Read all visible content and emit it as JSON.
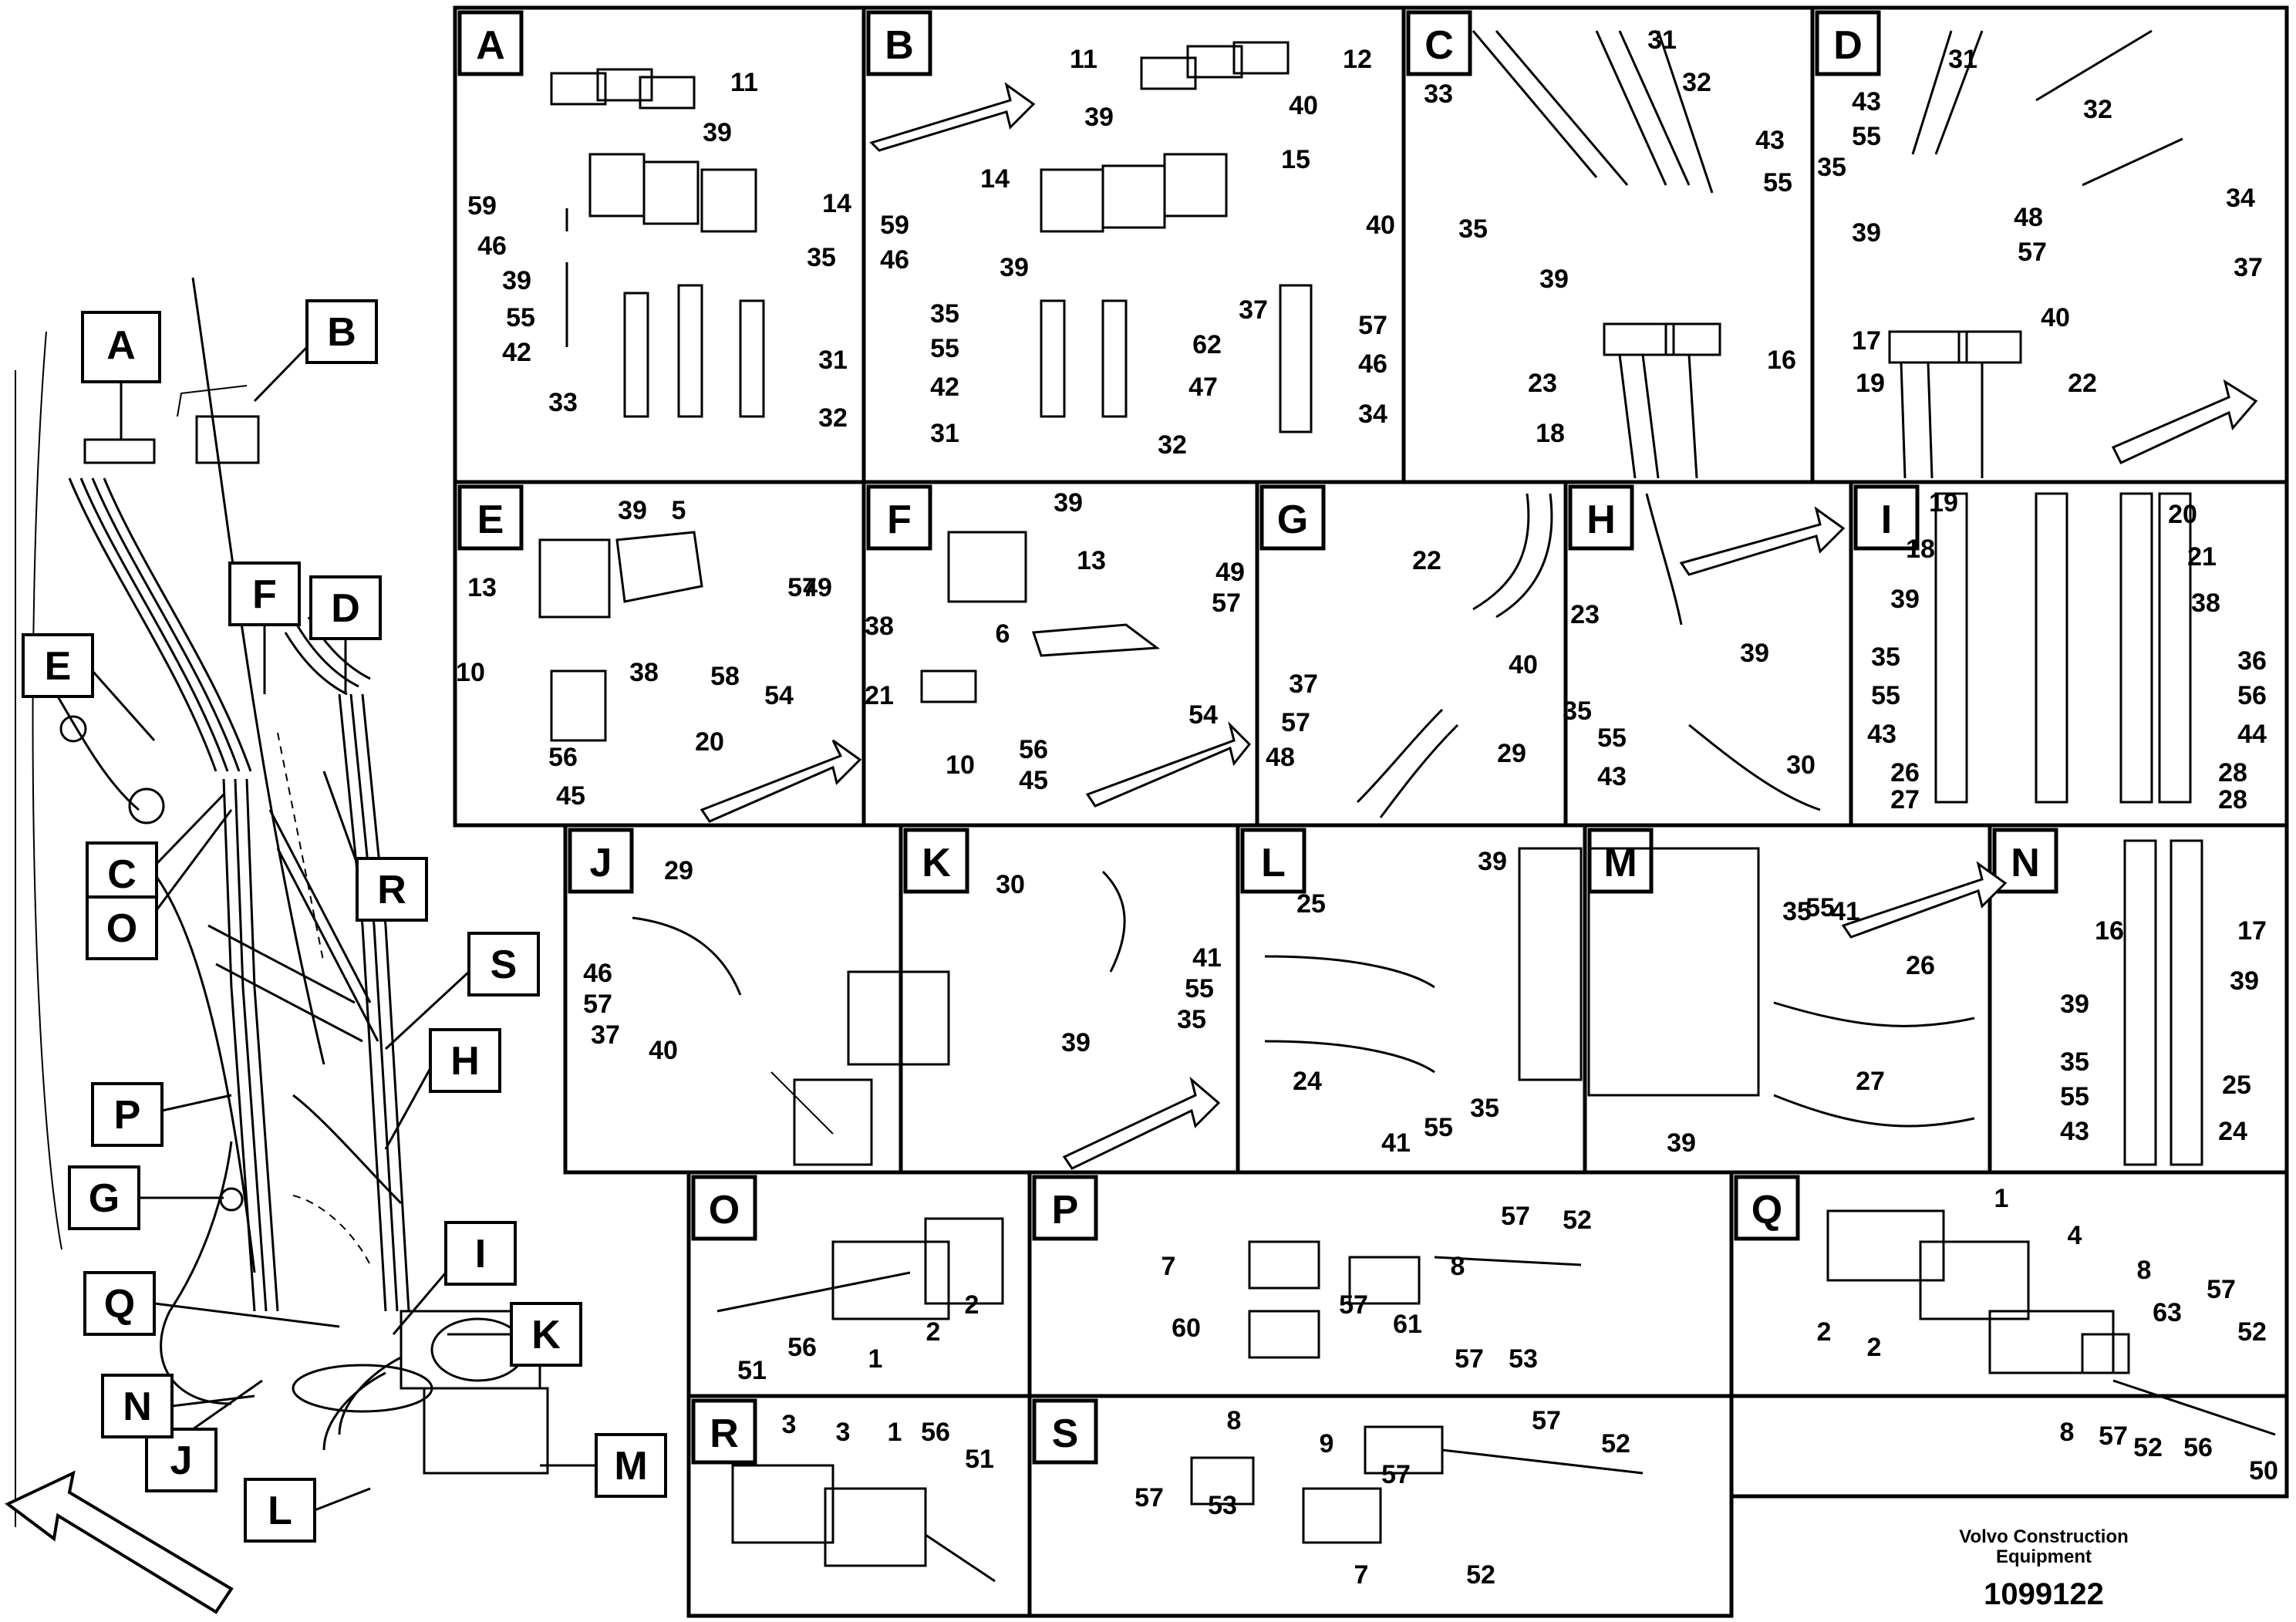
{
  "footer": {
    "company_line1": "Volvo Construction",
    "company_line2": "Equipment",
    "drawing_number": "1099122"
  },
  "overview_callouts": [
    "A",
    "B",
    "C",
    "D",
    "E",
    "F",
    "G",
    "H",
    "I",
    "J",
    "K",
    "L",
    "M",
    "N",
    "O",
    "P",
    "Q",
    "R",
    "S"
  ],
  "panels": [
    {
      "id": "A",
      "labels": [
        "11",
        "39",
        "59",
        "14",
        "46",
        "35",
        "39",
        "55",
        "42",
        "31",
        "33",
        "32"
      ]
    },
    {
      "id": "B",
      "labels": [
        "11",
        "12",
        "39",
        "40",
        "14",
        "15",
        "59",
        "40",
        "46",
        "39",
        "37",
        "35",
        "57",
        "62",
        "55",
        "46",
        "42",
        "47",
        "31",
        "32",
        "34"
      ]
    },
    {
      "id": "C",
      "labels": [
        "31",
        "33",
        "32",
        "43",
        "55",
        "35",
        "39",
        "23",
        "16",
        "18"
      ]
    },
    {
      "id": "D",
      "labels": [
        "31",
        "43",
        "32",
        "55",
        "35",
        "34",
        "48",
        "39",
        "57",
        "37",
        "40",
        "17",
        "19",
        "22"
      ]
    },
    {
      "id": "E",
      "labels": [
        "39",
        "5",
        "13",
        "49",
        "57",
        "10",
        "38",
        "58",
        "54",
        "56",
        "20",
        "45"
      ]
    },
    {
      "id": "F",
      "labels": [
        "39",
        "13",
        "49",
        "57",
        "38",
        "6",
        "21",
        "54",
        "56",
        "10",
        "45"
      ]
    },
    {
      "id": "G",
      "labels": [
        "22",
        "40",
        "37",
        "57",
        "48",
        "29"
      ]
    },
    {
      "id": "H",
      "labels": [
        "23",
        "39",
        "35",
        "55",
        "43",
        "30"
      ]
    },
    {
      "id": "I",
      "labels": [
        "19",
        "20",
        "18",
        "21",
        "39",
        "38",
        "35",
        "36",
        "55",
        "56",
        "43",
        "44",
        "26",
        "28",
        "27",
        "28"
      ]
    },
    {
      "id": "J",
      "labels": [
        "29",
        "46",
        "57",
        "37",
        "40"
      ]
    },
    {
      "id": "K",
      "labels": [
        "30",
        "41",
        "55",
        "35",
        "39"
      ]
    },
    {
      "id": "L",
      "labels": [
        "39",
        "25",
        "24",
        "41",
        "55",
        "35"
      ]
    },
    {
      "id": "M",
      "labels": [
        "35",
        "55",
        "41",
        "26",
        "27",
        "39"
      ]
    },
    {
      "id": "N",
      "labels": [
        "16",
        "17",
        "39",
        "39",
        "35",
        "25",
        "55",
        "43",
        "24"
      ]
    },
    {
      "id": "O",
      "labels": [
        "2",
        "51",
        "56",
        "1",
        "2"
      ]
    },
    {
      "id": "P",
      "labels": [
        "57",
        "52",
        "7",
        "8",
        "60",
        "57",
        "61",
        "57",
        "53"
      ]
    },
    {
      "id": "Q",
      "labels": [
        "1",
        "4",
        "8",
        "57",
        "63",
        "52",
        "2",
        "2",
        "8",
        "57",
        "52",
        "56",
        "50"
      ]
    },
    {
      "id": "R",
      "labels": [
        "3",
        "3",
        "1",
        "56",
        "51"
      ]
    },
    {
      "id": "S",
      "labels": [
        "8",
        "57",
        "52",
        "9",
        "57",
        "57",
        "53",
        "7",
        "52"
      ]
    }
  ]
}
